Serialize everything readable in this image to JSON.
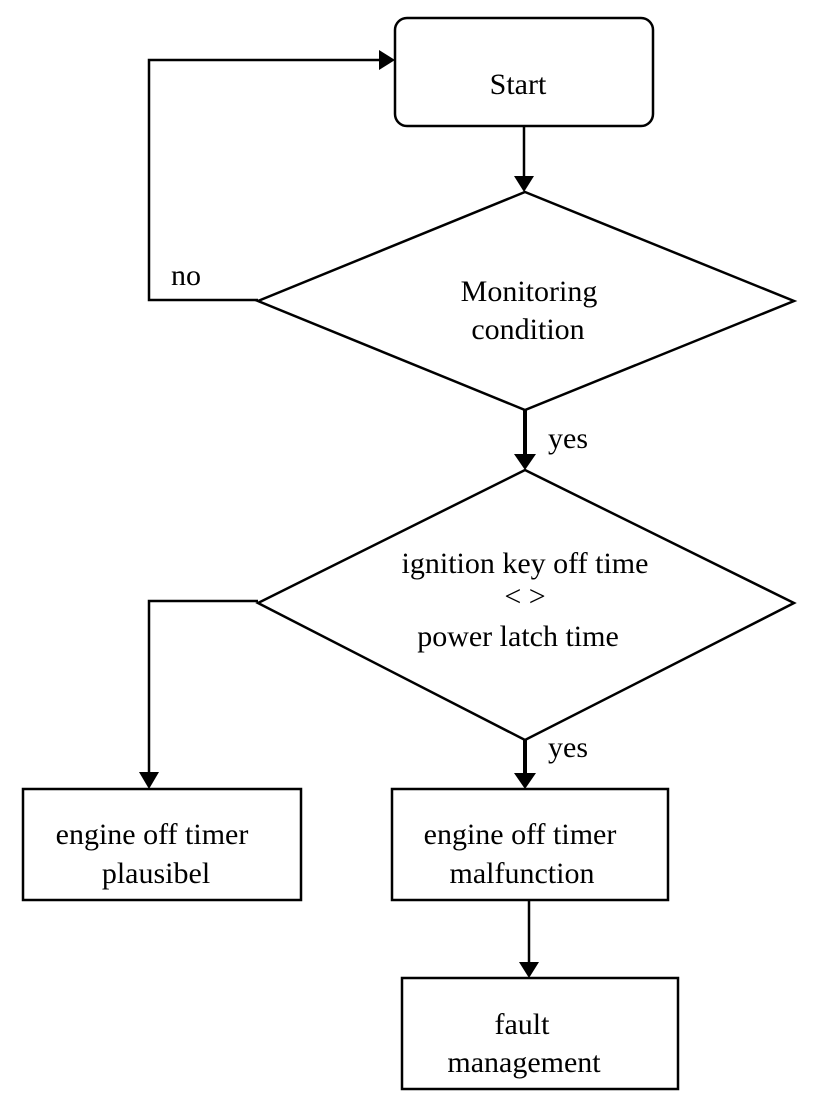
{
  "nodes": {
    "start": {
      "label": "Start"
    },
    "monitoring": {
      "line1": "Monitoring",
      "line2": "condition"
    },
    "ignition_check": {
      "line1": "ignition key off time",
      "line2": "< >",
      "line3": "power latch time"
    },
    "plausible": {
      "line1": "engine off timer",
      "line2": "plausibel"
    },
    "malfunction": {
      "line1": "engine off timer",
      "line2": "malfunction"
    },
    "fault": {
      "line1": "fault",
      "line2": "management"
    }
  },
  "edges": {
    "monitoring_no": "no",
    "monitoring_yes": "yes",
    "ignition_yes": "yes"
  }
}
